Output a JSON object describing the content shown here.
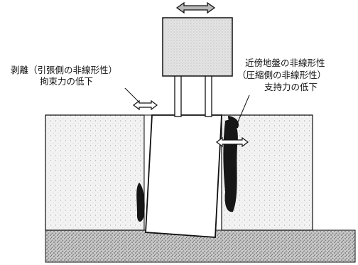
{
  "labels": {
    "left_line1": "剥離（引張側の非線形性）",
    "left_line2": "拘束力の低下",
    "right_line1": "近傍地盤の非線形性",
    "right_line2": "（圧縮側の非線形性）",
    "right_line3": "支持力の低下"
  },
  "colors": {
    "line": "#111111",
    "ground_fill": "#eeeeee",
    "gravel_fill": "#bdbdbd",
    "superstructure_fill": "#e2e2e2",
    "nonlinear_zone_fill": "#161616",
    "background": "#ffffff"
  },
  "icons": {
    "horizontal_motion_arrow": "double-headed-arrow",
    "separation_gap_arrow": "double-headed-arrow",
    "compression_arrow": "double-headed-arrow"
  }
}
